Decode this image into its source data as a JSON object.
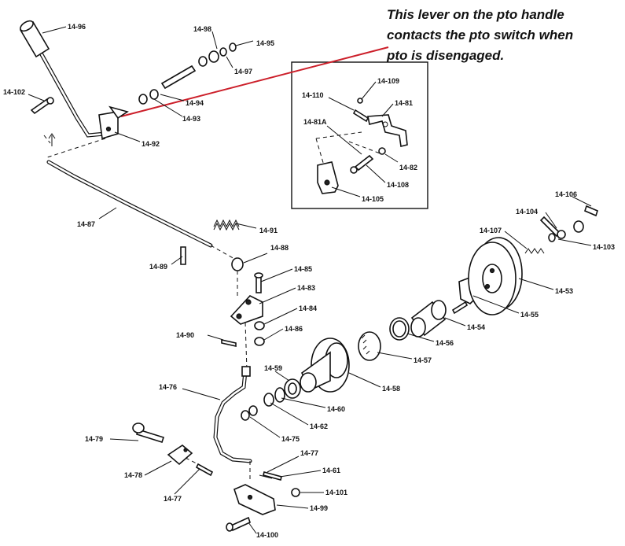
{
  "annotation": {
    "lines": [
      "This lever on the pto handle",
      "contacts the pto switch when",
      "pto is disengaged."
    ],
    "arrow_color": "#cc1f2a"
  },
  "labels": {
    "l14_96": "14-96",
    "l14_98": "14-98",
    "l14_95": "14-95",
    "l14_97": "14-97",
    "l14_94": "14-94",
    "l14_93": "14-93",
    "l14_102": "14-102",
    "l14_92": "14-92",
    "l14_109": "14-109",
    "l14_110": "14-110",
    "l14_81": "14-81",
    "l14_81a": "14-81A",
    "l14_82": "14-82",
    "l14_108": "14-108",
    "l14_105": "14-105",
    "l14_87": "14-87",
    "l14_91": "14-91",
    "l14_88": "14-88",
    "l14_89": "14-89",
    "l14_85": "14-85",
    "l14_83": "14-83",
    "l14_84": "14-84",
    "l14_86": "14-86",
    "l14_90": "14-90",
    "l14_106": "14-106",
    "l14_104": "14-104",
    "l14_107": "14-107",
    "l14_103": "14-103",
    "l14_53": "14-53",
    "l14_55": "14-55",
    "l14_54": "14-54",
    "l14_56": "14-56",
    "l14_57": "14-57",
    "l14_58": "14-58",
    "l14_59": "14-59",
    "l14_60": "14-60",
    "l14_62": "14-62",
    "l14_75": "14-75",
    "l14_76": "14-76",
    "l14_79": "14-79",
    "l14_78": "14-78",
    "l14_77a": "14-77",
    "l14_77b": "14-77",
    "l14_61": "14-61",
    "l14_101": "14-101",
    "l14_99": "14-99",
    "l14_100": "14-100"
  }
}
